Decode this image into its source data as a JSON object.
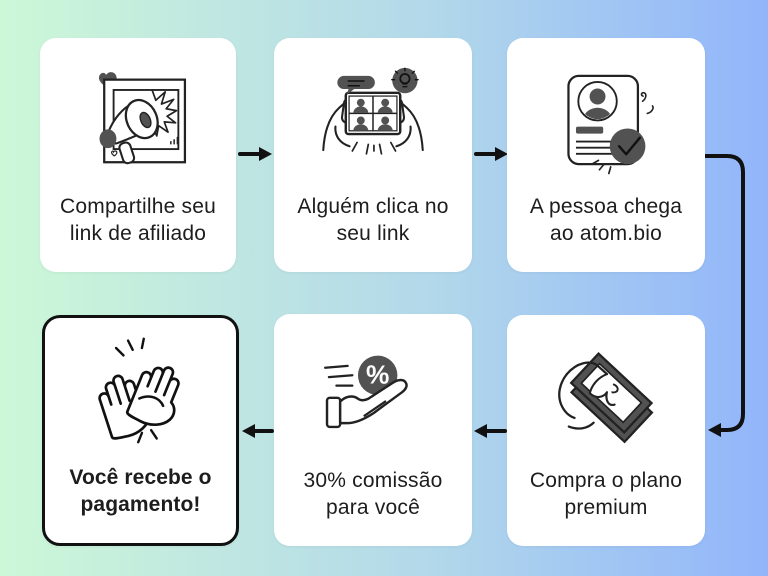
{
  "diagram": {
    "name": "atom.bio affiliate flow",
    "language": "pt-BR"
  },
  "cards": [
    {
      "id": "share-link",
      "label_line1": "Compartilhe seu",
      "label_line2": "link de afiliado",
      "icon": "megaphone-photo-icon",
      "emphasized": false
    },
    {
      "id": "someone-clicks",
      "label_line1": "Alguém clica no",
      "label_line2": "seu link",
      "icon": "video-call-hands-icon",
      "emphasized": false
    },
    {
      "id": "person-arrives",
      "label_line1": "A pessoa chega",
      "label_line2": "ao atom.bio",
      "icon": "profile-check-icon",
      "emphasized": false
    },
    {
      "id": "buys-premium",
      "label_line1": "Compra o plano",
      "label_line2": "premium",
      "icon": "money-hand-icon",
      "emphasized": false
    },
    {
      "id": "commission",
      "label_line1": "30% comissão",
      "label_line2": "para você",
      "icon": "percent-hand-icon",
      "emphasized": false
    },
    {
      "id": "you-get-paid",
      "label_line1": "Você recebe o",
      "label_line2": "pagamento!",
      "icon": "high-five-icon",
      "emphasized": true
    }
  ],
  "connectors": [
    {
      "id": "arrow-1",
      "from": "share-link",
      "to": "someone-clicks",
      "direction": "right"
    },
    {
      "id": "arrow-2",
      "from": "someone-clicks",
      "to": "person-arrives",
      "direction": "right"
    },
    {
      "id": "arrow-3",
      "from": "person-arrives",
      "to": "buys-premium",
      "direction": "down-elbow"
    },
    {
      "id": "arrow-4",
      "from": "buys-premium",
      "to": "commission",
      "direction": "left"
    },
    {
      "id": "arrow-5",
      "from": "commission",
      "to": "you-get-paid",
      "direction": "left"
    }
  ],
  "icons": {
    "percent_text": "%"
  },
  "colors": {
    "background_left": "#cdf8d7",
    "background_middle": "#b3d9ea",
    "background_right": "#92b5fa",
    "card_background": "#ffffff",
    "line_black": "#111111",
    "icon_gray": "#525252",
    "text": "#1d1d1d"
  }
}
